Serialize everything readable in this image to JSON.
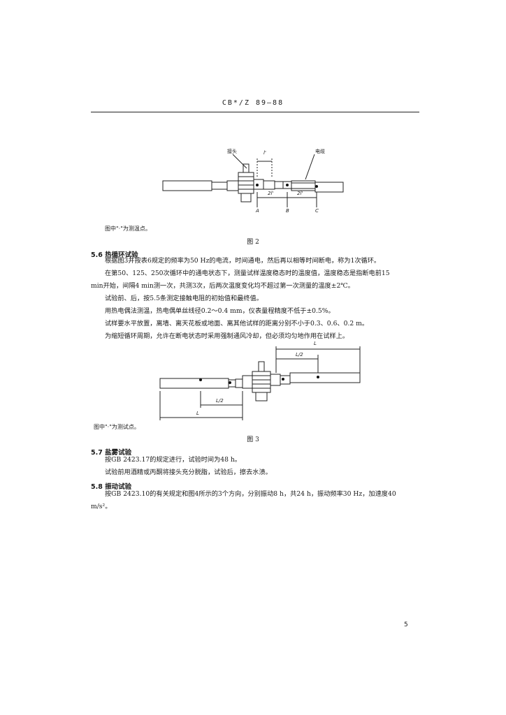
{
  "header": {
    "code": "CB*/Z 89—88"
  },
  "figure2": {
    "label_joint": "接头",
    "label_cable": "电缆",
    "label_l1": "l'",
    "label_2l_a": "2l'",
    "label_2l_b": "2l'",
    "point_a": "A",
    "point_b": "B",
    "point_c": "C",
    "note": "图中\"·\"为测温点。",
    "caption": "图 2"
  },
  "section_5_6": {
    "heading": "5.6  热循环试验",
    "lines": [
      "根据图3并按表6规定的频率为50 Hz的电流，时间通电，然后再以相等时间断电，称为1次循环。",
      "在第50、125、250次循环中的通电状态下，测量试样温度稳态时的温度值，温度稳态是指断电前15",
      "min开始，间隔4 min测一次，共测3次，后两次温度变化均不超过第一次测量的温度±2℃。",
      "试验前、后，按5.5条测定接触电阻的初始值和最终值。",
      "用热电偶法测温，热电偶单丝线径0.2～0.4 mm，仪表量程精度不低于±0.5%。",
      "试样要水平放置，离墙、离天花板或地面、离其他试样的距离分别不小于0.3、0.6、0.2 m。",
      "为缩短循环周期，允许在断电状态时采用强制通风冷却，但必须均匀地作用在试样上。"
    ]
  },
  "figure3": {
    "label_l_top": "L",
    "label_half_top": "L/2",
    "label_half_bottom": "L/2",
    "label_l_bottom": "L",
    "note": "图中\"·\"为测试点。",
    "caption": "图 3"
  },
  "section_5_7": {
    "heading": "5.7  盐雾试验",
    "lines": [
      "按GB 2423.17的规定进行，试验时间为48 h。",
      "试验前用酒精或丙酮将接头充分脱脂，试验后，擦去水渍。"
    ]
  },
  "section_5_8": {
    "heading": "5.8  振动试验",
    "lines": [
      "按GB 2423.10的有关规定和图4所示的3个方向，分别振动8 h，共24 h，振动频率30 Hz，加速度40",
      "m/s²。"
    ]
  },
  "page_number": "5"
}
